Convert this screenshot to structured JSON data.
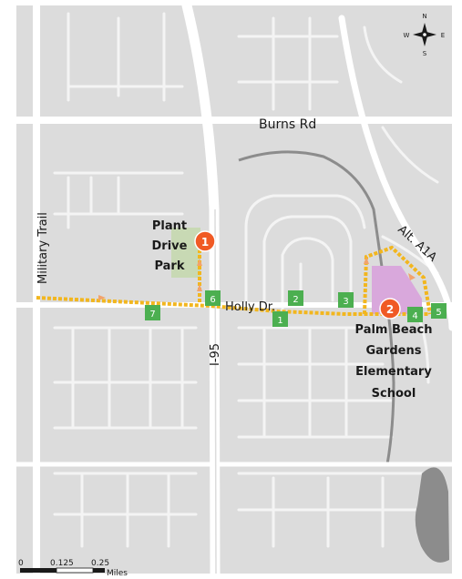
{
  "roads": {
    "burns": "Burns Rd",
    "military": "Military Trail",
    "i95": "I-95",
    "holly": "Holly Dr.",
    "alt_a1a": "Alt. A1A"
  },
  "places": {
    "park_lines": [
      "Plant",
      "Drive",
      "Park"
    ],
    "school_lines": [
      "Palm Beach",
      "Gardens",
      "Elementary",
      "School"
    ]
  },
  "badges": [
    "1",
    "2"
  ],
  "markers": [
    "1",
    "2",
    "3",
    "4",
    "5",
    "6",
    "7"
  ],
  "compass": {
    "n": "N",
    "s": "S",
    "e": "E",
    "w": "W"
  },
  "scale": {
    "ticks": [
      "0",
      "0.125",
      "0.25"
    ],
    "unit": "Miles"
  },
  "colors": {
    "background": "#dcdcdc",
    "road": "#ffffff",
    "route": "#f2b61e",
    "marker": "#4caf50",
    "badge": "#f05a24",
    "park": "#c8d9b4",
    "school": "#d9a8dc"
  }
}
